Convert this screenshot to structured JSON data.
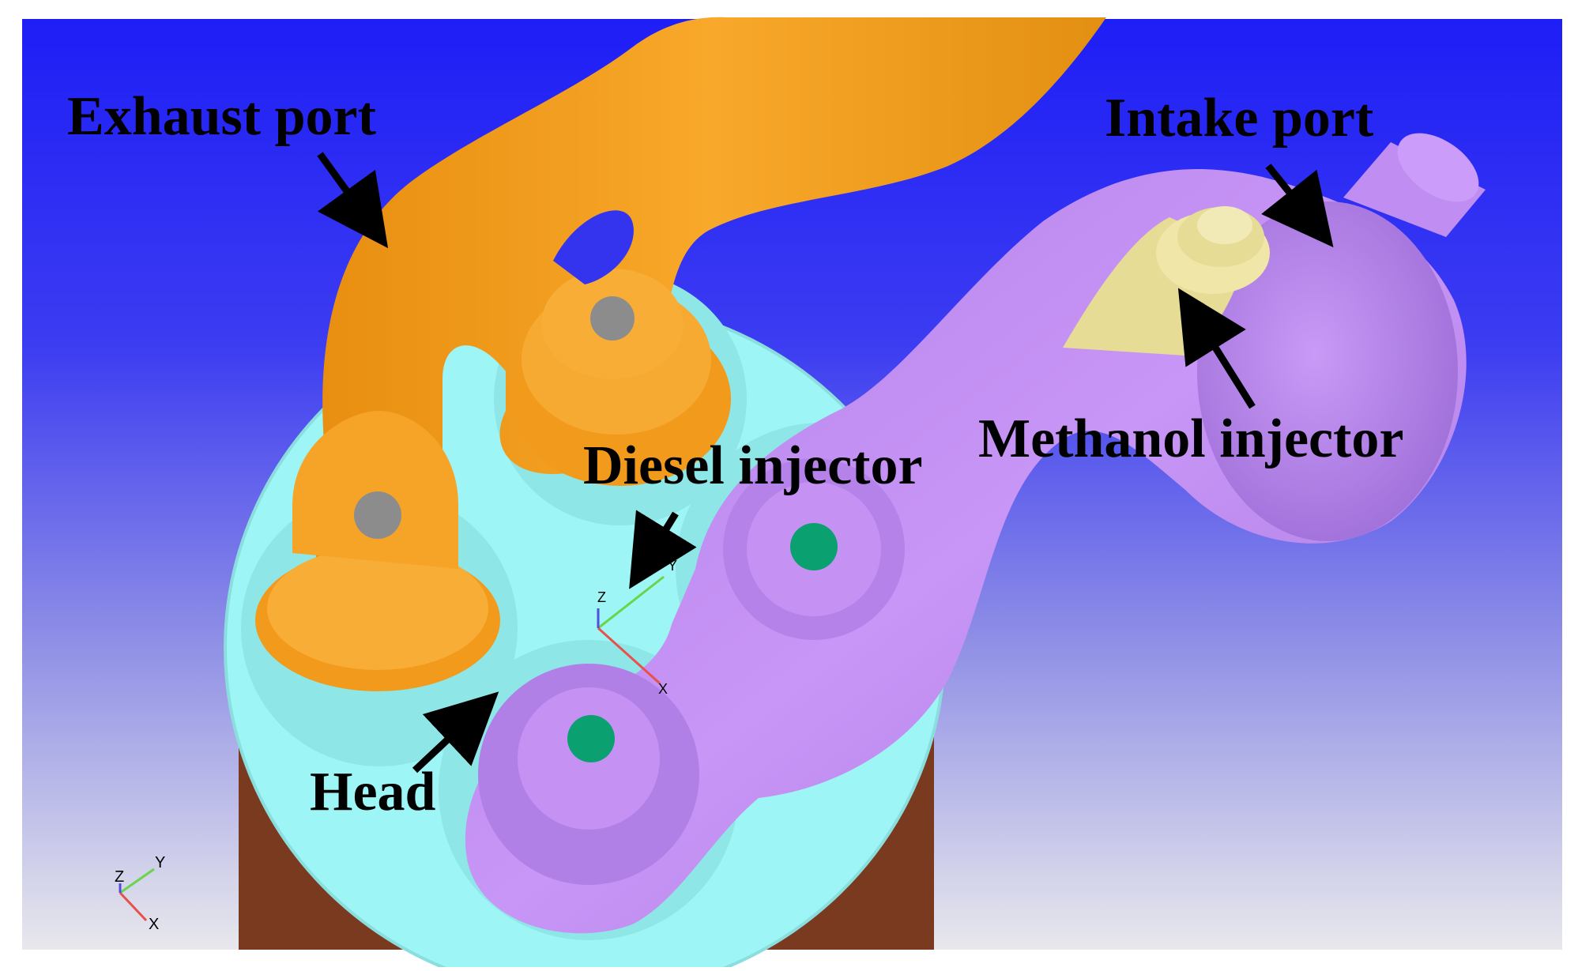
{
  "labels": {
    "exhaust_port": "Exhaust port",
    "intake_port": "Intake port",
    "methanol_injector": "Methanol injector",
    "diesel_injector": "Diesel injector",
    "head": "Head"
  },
  "axes": {
    "x": "X",
    "y": "Y",
    "z": "Z"
  },
  "colors": {
    "background_top": "#1f1ff5",
    "background_bottom": "#e6e6ea",
    "exhaust_port": "#f5a023",
    "intake_port": "#c38cf2",
    "methanol_injector": "#e6dc96",
    "head": "#9ef5f5",
    "cylinder": "#7a3a20",
    "valve_exhaust": "#8c8c8c",
    "valve_intake": "#0aa070",
    "arrow": "#000000"
  },
  "icons": [
    "coordinate-triad-icon",
    "arrow-icon"
  ]
}
